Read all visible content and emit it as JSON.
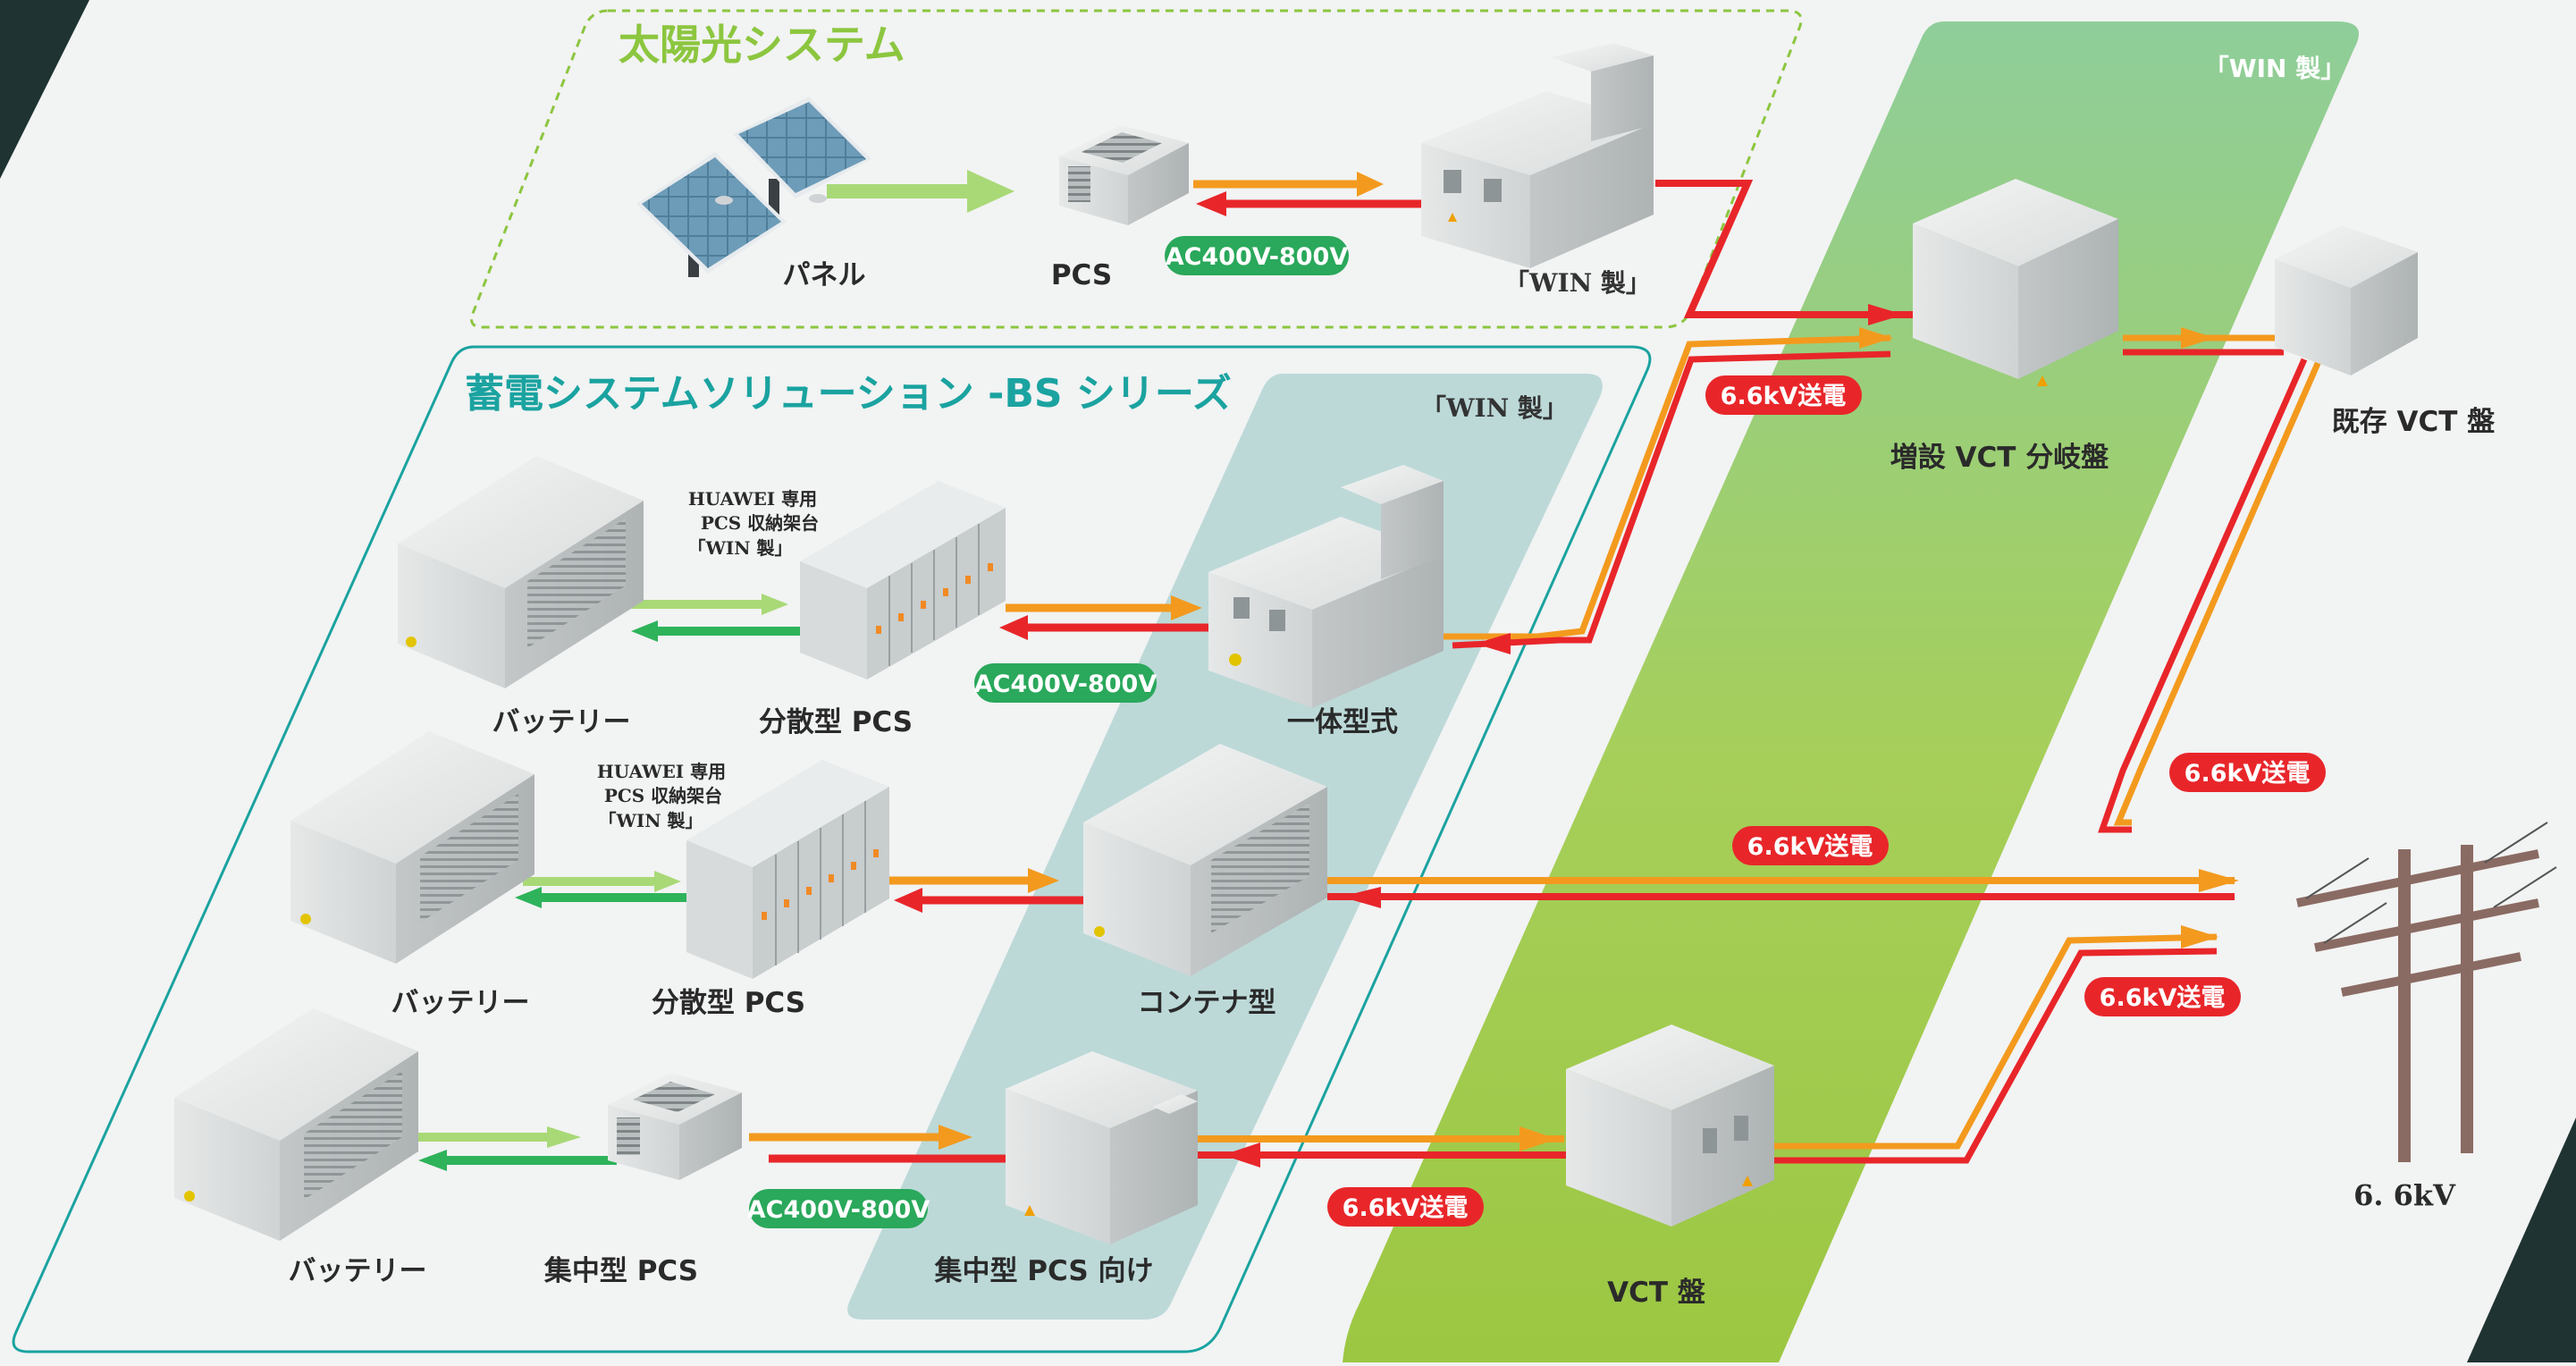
{
  "solar": {
    "title": "太陽光システム",
    "panel_label": "パネル",
    "pcs_label": "PCS",
    "voltage_badge": "AC400V-800V",
    "cabinet_label": "「WIN 製」"
  },
  "storage": {
    "title": "蓄電システムソリューション -BS シリーズ",
    "zone_label": "「WIN 製」",
    "row1": {
      "battery_label": "バッテリー",
      "pcs_note": [
        "HUAWEI 専用",
        "PCS 収納架台",
        "「WIN 製」"
      ],
      "pcs_label": "分散型 PCS",
      "voltage_badge": "AC400V-800V",
      "cabinet_label": "一体型式"
    },
    "row2": {
      "battery_label": "バッテリー",
      "pcs_note": [
        "HUAWEI 専用",
        "PCS 収納架台",
        "「WIN 製」"
      ],
      "pcs_label": "分散型 PCS",
      "cabinet_label": "コンテナ型"
    },
    "row3": {
      "battery_label": "バッテリー",
      "pcs_label": "集中型 PCS",
      "voltage_badge": "AC400V-800V",
      "cabinet_label": "集中型 PCS 向け",
      "hv_badge": "6.6kV送電"
    }
  },
  "grid": {
    "zone_label": "「WIN 製」",
    "branch_label": "増設 VCT 分岐盤",
    "existing_label": "既存 VCT 盤",
    "vct_label": "VCT 盤",
    "pole_label": "6. 6kV",
    "badges": {
      "upper": "6.6kV送電",
      "right": "6.6kV送電",
      "middle": "6.6kV送電",
      "lower": "6.6kV送電"
    }
  },
  "colors": {
    "solar_green": "#8cc63f",
    "teal": "#1aa3a0",
    "orange_line": "#f39a1e",
    "red_line": "#e8262a",
    "green_badge": "#2aa85b"
  }
}
